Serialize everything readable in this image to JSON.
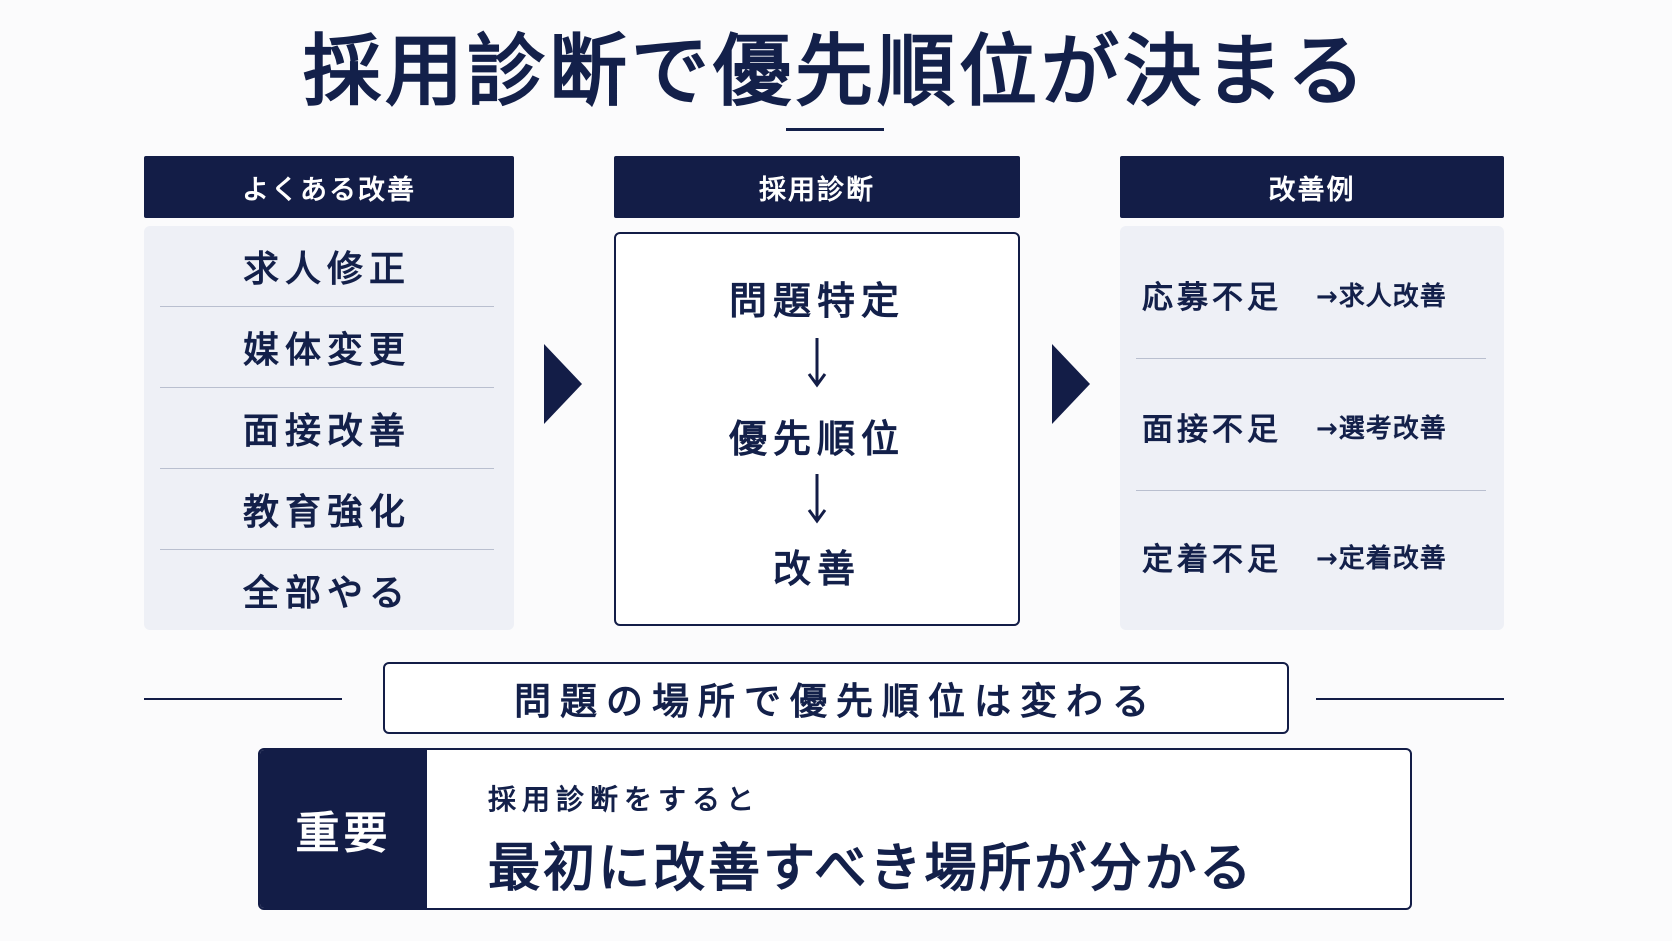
{
  "title": "採用診断で優先順位が決まる",
  "columns": {
    "left": {
      "header": "よくある改善",
      "items": [
        "求人修正",
        "媒体変更",
        "面接改善",
        "教育強化",
        "全部やる"
      ]
    },
    "middle": {
      "header": "採用診断",
      "steps": [
        "問題特定",
        "優先順位",
        "改善"
      ]
    },
    "right": {
      "header": "改善例",
      "rows": [
        {
          "issue": "応募不足",
          "fix": "→求人改善"
        },
        {
          "issue": "面接不足",
          "fix": "→選考改善"
        },
        {
          "issue": "定着不足",
          "fix": "→定着改善"
        }
      ]
    }
  },
  "message": "問題の場所で優先順位は変わる",
  "important": {
    "tag": "重要",
    "sub": "採用診断をすると",
    "main": "最初に改善すべき場所が分かる"
  },
  "colors": {
    "navy": "#131d47",
    "panel": "#eef0f6",
    "background": "#fbfbfc"
  }
}
